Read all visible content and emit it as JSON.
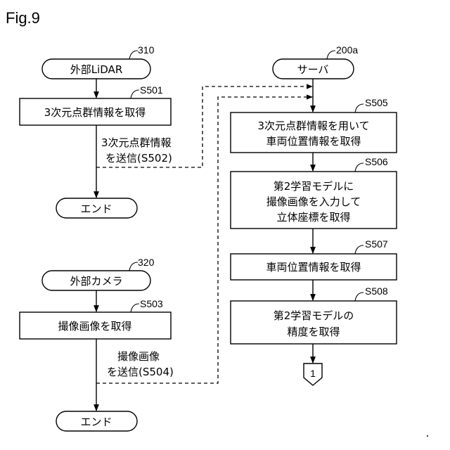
{
  "figure_label": "Fig.9",
  "left_top": {
    "terminal_start": "外部LiDAR",
    "terminal_ref": "310",
    "step1_text": "3次元点群情報を取得",
    "step1_ref": "S501",
    "transmit_line1": "3次元点群情報",
    "transmit_line2": "を送信(S502)",
    "terminal_end": "エンド"
  },
  "left_bottom": {
    "terminal_start": "外部カメラ",
    "terminal_ref": "320",
    "step1_text": "撮像画像を取得",
    "step1_ref": "S503",
    "transmit_line1": "撮像画像",
    "transmit_line2": "を送信(S504)",
    "terminal_end": "エンド"
  },
  "right": {
    "terminal_start": "サーバ",
    "terminal_ref": "200a",
    "s505_line1": "3次元点群情報を用いて",
    "s505_line2": "車両位置情報を取得",
    "s505_ref": "S505",
    "s506_line1": "第2学習モデルに",
    "s506_line2": "撮像画像を入力して",
    "s506_line3": "立体座標を取得",
    "s506_ref": "S506",
    "s507_line1": "車両位置情報を取得",
    "s507_ref": "S507",
    "s508_line1": "第2学習モデルの",
    "s508_line2": "精度を取得",
    "s508_ref": "S508",
    "connector_label": "1"
  }
}
